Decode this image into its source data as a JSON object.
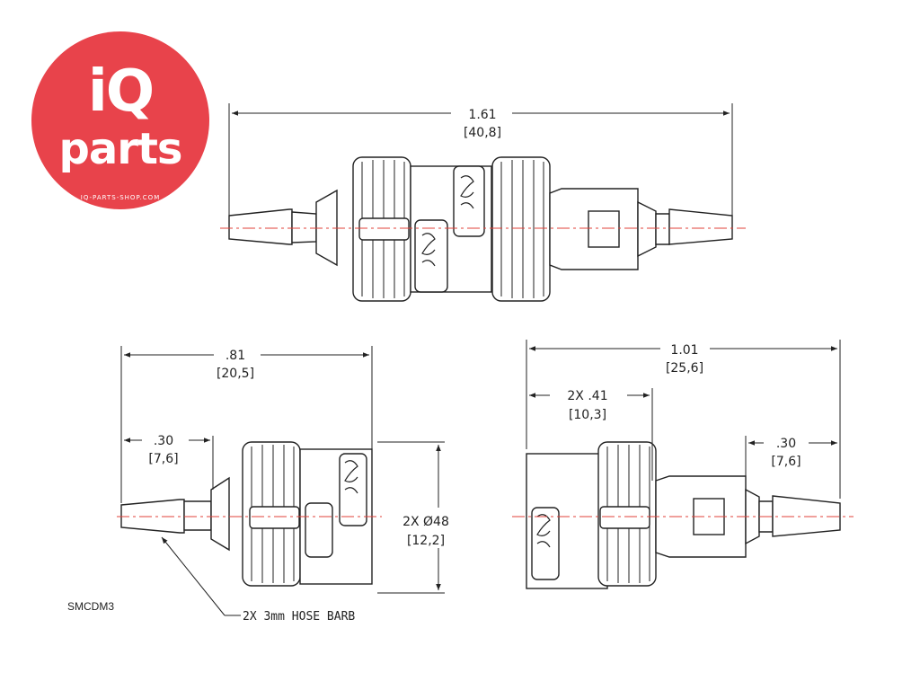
{
  "logo": {
    "brand_line1": "iQ",
    "brand_line2": "parts",
    "website": "IQ-PARTS-SHOP.COM",
    "color": "#e8434b"
  },
  "part_code": "SMCDM3",
  "centerline_color": "#e0403a",
  "dimensions": {
    "top_overall": [
      "1.61",
      "[40,8]"
    ],
    "left_overall": [
      ".81",
      "[20,5]"
    ],
    "left_barb": [
      ".30",
      "[7,6]"
    ],
    "left_diameter": [
      "2X  Ø48",
      "[12,2]"
    ],
    "right_overall": [
      "1.01",
      "[25,6]"
    ],
    "right_body": [
      "2X  .41",
      "[10,3]"
    ],
    "right_barb": [
      ".30",
      "[7,6]"
    ]
  },
  "note": "2X  3mm  HOSE BARB"
}
